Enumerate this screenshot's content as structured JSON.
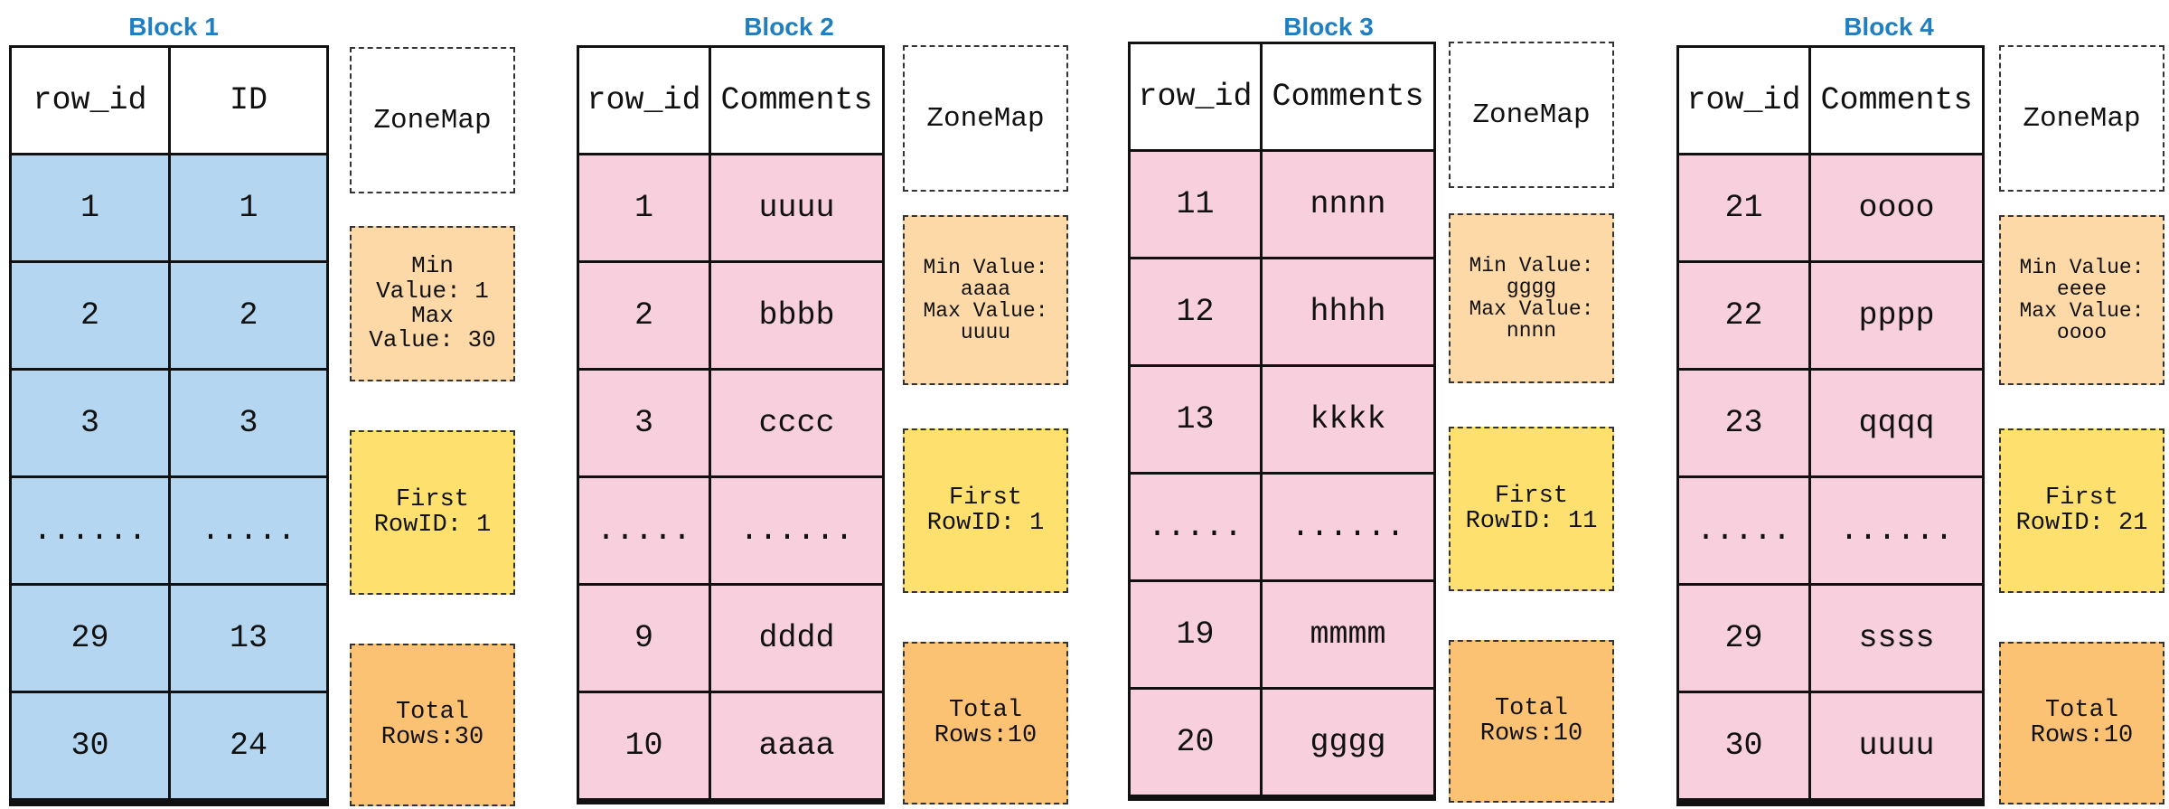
{
  "blocks": [
    {
      "title": "Block 1",
      "headers": [
        "row_id",
        "ID"
      ],
      "rows": [
        [
          "1",
          "1"
        ],
        [
          "2",
          "2"
        ],
        [
          "3",
          "3"
        ],
        [
          "......",
          "....."
        ],
        [
          "29",
          "13"
        ],
        [
          "30",
          "24"
        ]
      ],
      "zonemap_label": "ZoneMap",
      "minmax": "Min\nValue: 1\nMax\nValue: 30",
      "first_rowid": "First\nRowID: 1",
      "total_rows": "Total\nRows:30"
    },
    {
      "title": "Block 2",
      "headers": [
        "row_id",
        "Comments"
      ],
      "rows": [
        [
          "1",
          "uuuu"
        ],
        [
          "2",
          "bbbb"
        ],
        [
          "3",
          "cccc"
        ],
        [
          ".....",
          "......"
        ],
        [
          "9",
          "dddd"
        ],
        [
          "10",
          "aaaa"
        ]
      ],
      "zonemap_label": "ZoneMap",
      "minmax": "Min Value:\naaaa\nMax Value:\nuuuu",
      "first_rowid": "First\nRowID: 1",
      "total_rows": "Total\nRows:10"
    },
    {
      "title": "Block 3",
      "headers": [
        "row_id",
        "Comments"
      ],
      "rows": [
        [
          "11",
          "nnnn"
        ],
        [
          "12",
          "hhhh"
        ],
        [
          "13",
          "kkkk"
        ],
        [
          ".....",
          "......"
        ],
        [
          "19",
          "mmmm"
        ],
        [
          "20",
          "gggg"
        ]
      ],
      "zonemap_label": "ZoneMap",
      "minmax": "Min Value:\ngggg\nMax Value:\nnnnn",
      "first_rowid": "First\nRowID: 11",
      "total_rows": "Total\nRows:10"
    },
    {
      "title": "Block 4",
      "headers": [
        "row_id",
        "Comments"
      ],
      "rows": [
        [
          "21",
          "oooo"
        ],
        [
          "22",
          "pppp"
        ],
        [
          "23",
          "qqqq"
        ],
        [
          ".....",
          "......"
        ],
        [
          "29",
          "ssss"
        ],
        [
          "30",
          "uuuu"
        ]
      ],
      "zonemap_label": "ZoneMap",
      "minmax": "Min Value:\neeee\nMax Value:\noooo",
      "first_rowid": "First\nRowID: 21",
      "total_rows": "Total\nRows:10"
    }
  ],
  "colors": {
    "title": "#1f7fc0",
    "block1_cells": "#b4d6f0",
    "other_cells": "#f8d0dd",
    "minmax_fill": "#fdd9a8",
    "first_rowid_fill": "#fde06e",
    "total_rows_fill": "#fcc274"
  }
}
